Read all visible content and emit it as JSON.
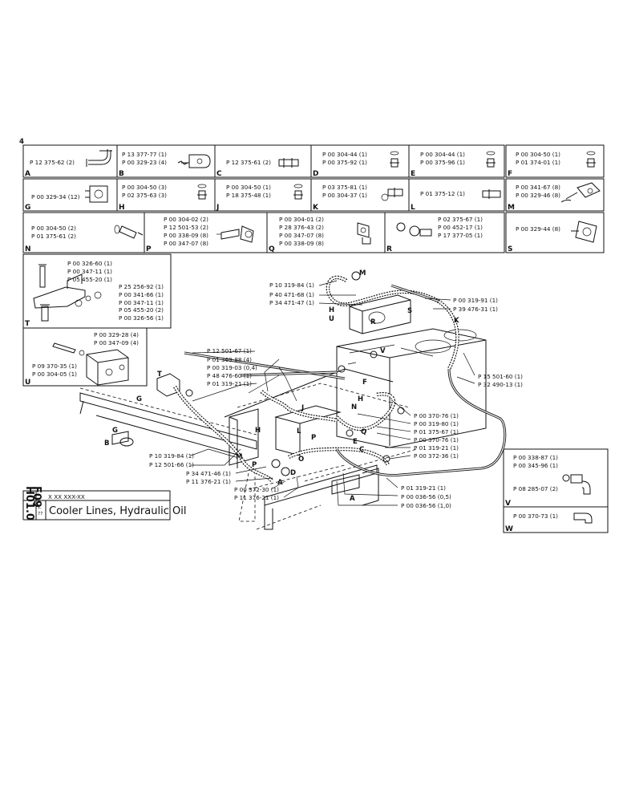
{
  "sheet": {
    "corner_mark": "4",
    "title": "Cooler Lines, Hydraulic Oil",
    "code": "X XX XXX-XX",
    "side_section": "F09",
    "side_page": "H01.0",
    "revision_top": "1,",
    "revision_bottom": "77"
  },
  "cells": [
    {
      "letter": "A",
      "parts": [
        "P 12 375-62 (2)"
      ]
    },
    {
      "letter": "B",
      "parts": [
        "P 13 377-77 (1)",
        "P 00 329-23 (4)"
      ]
    },
    {
      "letter": "C",
      "parts": [
        "P 12 375-61 (2)"
      ]
    },
    {
      "letter": "D",
      "parts": [
        "P 00 304-44 (1)",
        "P 00 375-92 (1)"
      ]
    },
    {
      "letter": "E",
      "parts": [
        "P 00 304-44 (1)",
        "P 00 375-96 (1)"
      ]
    },
    {
      "letter": "F",
      "parts": [
        "P 00 304-50 (1)",
        "P 01 374-01 (1)"
      ]
    },
    {
      "letter": "G",
      "parts": [
        "P 00 329-34 (12)"
      ]
    },
    {
      "letter": "H",
      "parts": [
        "P 00 304-50 (3)",
        "P 02 375-63 (3)"
      ]
    },
    {
      "letter": "J",
      "parts": [
        "P 00 304-50 (1)",
        "P 18 375-48 (1)"
      ]
    },
    {
      "letter": "K",
      "parts": [
        "P 03 375-81 (1)",
        "P 00 304-37 (1)"
      ]
    },
    {
      "letter": "L",
      "parts": [
        "P 01 375-12 (1)"
      ]
    },
    {
      "letter": "M",
      "parts": [
        "P 00 341-67 (8)",
        "P 00 329-46 (8)"
      ]
    },
    {
      "letter": "N",
      "parts": [
        "P 00 304-50 (2)",
        "P 01 375-61 (2)"
      ]
    },
    {
      "letter": "P",
      "parts": [
        "P 00 304-02 (2)",
        "P 12 501-53 (2)",
        "P 00 338-09 (8)",
        "P 00 347-07 (8)"
      ]
    },
    {
      "letter": "Q",
      "parts": [
        "P 00 304-01 (2)",
        "P 28 376-43 (2)",
        "P 00 347-07 (8)",
        "P 00 338-09 (8)"
      ]
    },
    {
      "letter": "R",
      "parts": [
        "P 02 375-67 (1)",
        "P 00 452-17 (1)",
        "P 17 377-05 (1)"
      ]
    },
    {
      "letter": "S",
      "parts": [
        "P 00 329-44 (8)"
      ]
    },
    {
      "letter": "T",
      "parts": [
        "P 00 326-60 (1)",
        "P 00 347-11 (1)",
        "P 05 455-20 (1)",
        "P 25 256-92 (1)",
        "P 00 341-66 (1)",
        "P 00 347-11 (1)",
        "P 05 455-20 (2)",
        "P 00 326-56 (1)"
      ]
    },
    {
      "letter": "U",
      "parts": [
        "P 00 329-28 (4)",
        "P 00 347-09 (4)",
        "P 09 370-35 (1)",
        "P 00 304-05 (1)"
      ]
    },
    {
      "letter": "V",
      "parts": [
        "P 00 338-87 (1)",
        "P 00 345-96 (1)",
        "P 08 285-07 (2)"
      ]
    },
    {
      "letter": "W",
      "parts": [
        "P 00 370-73 (1)"
      ]
    }
  ],
  "callouts": [
    "P 10 319-84 (1)",
    "P 40 471-68 (1)",
    "P 34 471-47 (1)",
    "P 00 319-91 (1)",
    "P 39 476-31 (1)",
    "P 12 501-67 (1)",
    "P 01 369-88 (4)",
    "P 00 319-03 (0,4)",
    "P 48 476-60 (1)",
    "P 01 319-21 (1)",
    "P 15 501-60 (1)",
    "P 32 490-13 (1)",
    "P 00 370-76 (1)",
    "P 00 319-80 (1)",
    "P 01 375-67 (1)",
    "P 00 370-76 (1)",
    "P 01 319-21 (1)",
    "P 00 372-36 (1)",
    "P 10 319-84 (1)",
    "P 12 501-66 (1)",
    "P 34 471-46 (1)",
    "P 11 376-21 (1)",
    "P 00 372-30 (1)",
    "P 11 376-21 (1)",
    "P 01 319-21 (1)",
    "P 00 036-56 (0,5)",
    "P 00 036-56 (1,0)"
  ],
  "markers": [
    "H",
    "U",
    "R",
    "S",
    "K",
    "M",
    "V",
    "T",
    "G",
    "F",
    "J",
    "H",
    "N",
    "L",
    "P",
    "Q",
    "E",
    "C",
    "D",
    "A",
    "B",
    "G",
    "H",
    "M",
    "P",
    "A",
    "O"
  ]
}
